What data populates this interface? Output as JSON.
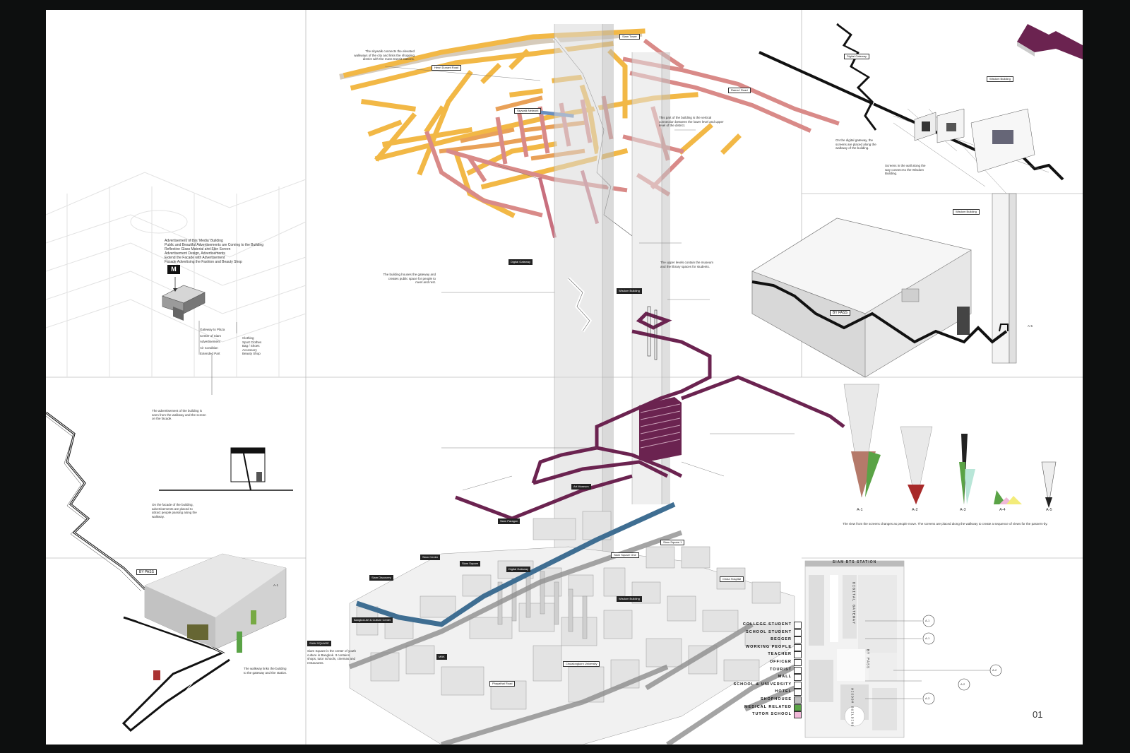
{
  "sheet": {
    "page_number": "01"
  },
  "panel1": {
    "paragraph": [
      "Advertisement of this 'Media' Building",
      "Public and Beautiful Advertisements are Coming to the Building",
      "Reflective Glass Material and Skin Screen",
      "Advertisement Design, Advertisements",
      "Extend the Facade with Advertisement",
      "Facade Advertising the Fashion and Beauty Shop"
    ],
    "logo": "M",
    "uses": [
      "Gateway to Plaza",
      "Center of Siam",
      "Advertisement",
      "Air Condition",
      "Extended Part"
    ],
    "uses_right": [
      "Clothing",
      "Sport Clothes",
      "Bag / Shoes",
      "Accessory",
      "Beauty Shop"
    ]
  },
  "panel2": {
    "tags": {
      "tower_label": "Siam Tower",
      "skywalk_label": "Skywalk Network",
      "gateway_label": "Digital Gateway",
      "wisdom_label": "Wisdom Building",
      "museum_label": "Art Museum",
      "plaza_label": "Siam Paragon",
      "center_label": "Siam Center",
      "square_label": "Siam Square",
      "discovery_label": "Siam Discovery",
      "bangkok_label": "Bangkok Art & Culture Center",
      "mbk_label": "MBK",
      "phayathai_label": "Phayathai Road",
      "chula_label": "Chulalongkorn University",
      "rama_label": "Rama I Road",
      "henri_label": "Henri Dunant Road",
      "siam_square_one": "Siam Square One",
      "hospital_label": "Chula Hospital",
      "one_label": "Siam Square 1"
    },
    "annotations": [
      "The skywalk connects the elevated walkways of the city and links the shopping district with the mass transit stations.",
      "This part of the building is the vertical connection between the lower level and upper level of the district.",
      "The building houses the gateway and creates public space for people to meet and rest.",
      "The upper levels contain the museum and the library spaces for students."
    ],
    "block_title": "SIAM SQUARE",
    "block_text": "Siam Square is the center of youth culture in Bangkok. It contains shops, tutor schools, cinemas and restaurants."
  },
  "panel3": {
    "gateway_tag": "Digital Gateway",
    "wisdom_tag": "Wisdom Building",
    "annotation": "On the digital gateway, the screens are placed along the walkway of the building.",
    "callout": "Screens in the wall along the way connect to the Wisdom Building."
  },
  "panel4": {
    "tag": "Wisdom Building",
    "bypass": "BY PASS",
    "marker": "A-5"
  },
  "panel5": {
    "letters": [
      "A-1",
      "A-2",
      "A-3",
      "A-4",
      "A-5"
    ],
    "caption": "The view from the screens changes as people move. The screens are placed along the walkway to create a sequence of views for the passers-by."
  },
  "panel6": {
    "title": "SIAM BTS STATION",
    "labels": [
      "DIGITAL GATEWAY",
      "BY PASS",
      "WISDOM BUILDING"
    ],
    "markers": [
      "A-1",
      "A-1",
      "A-2",
      "A-2",
      "A-3"
    ]
  },
  "legend": {
    "items": [
      {
        "label": "COLLEGE STUDENT",
        "color": "#ffffff"
      },
      {
        "label": "SCHOOL STUDENT",
        "color": "#ffffff"
      },
      {
        "label": "BEGGER",
        "color": "#ffffff"
      },
      {
        "label": "WORKING PEOPLE",
        "color": "#ffffff"
      },
      {
        "label": "TEACHER",
        "color": "#ffffff"
      },
      {
        "label": "OFFICER",
        "color": "#ffffff"
      },
      {
        "label": "TOURIST",
        "color": "#ffffff"
      },
      {
        "label": "MALL",
        "color": "#ffffff"
      },
      {
        "label": "SCHOOL & UNIVERSITY",
        "color": "#ffffff"
      },
      {
        "label": "HOTEL",
        "color": "#ffffff"
      },
      {
        "label": "SHOPHOUSE",
        "color": "#bdbdbd"
      },
      {
        "label": "MEDICAL RELATED",
        "color": "#5aa346"
      },
      {
        "label": "TUTOR SCHOOL",
        "color": "#f0b8d8"
      }
    ]
  },
  "panel7": {
    "bypass": "BY PASS",
    "marker": "A-1",
    "annotation": "The advertisement of the building is seen from the walkway and the screen on the facade.",
    "side_text": "On the facade of the building, advertisements are placed to attract people passing along the walkway.",
    "lower_text": "The walkway links the building to the gateway and the station."
  },
  "colors": {
    "yellow": "#f2b846",
    "orange": "#e9a158",
    "pink": "#d98a88",
    "purple": "#6b2350",
    "blue": "#3f6e92",
    "grid": "#c9c9c9"
  }
}
